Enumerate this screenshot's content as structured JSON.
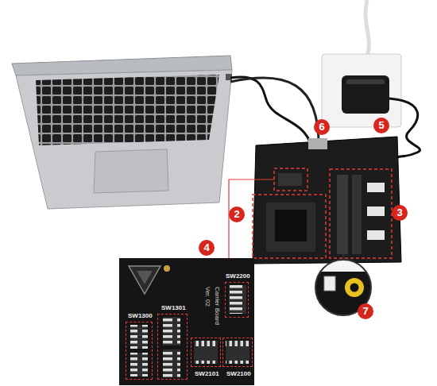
{
  "diagram": {
    "nodes": [
      {
        "text": [
          "Carrier Board",
          "Ver. 02"
        ]
      },
      {
        "text": [
          "SW1300"
        ],
        "in": 0
      },
      {
        "text": [
          "SW1301"
        ],
        "in": 0
      },
      {
        "text": [
          "SW2200"
        ],
        "in": 0
      },
      {
        "text": [
          "SW2101"
        ],
        "in": 0
      },
      {
        "text": [
          "SW2100"
        ],
        "in": 0
      }
    ],
    "labels": [
      "6",
      "5",
      "2",
      "3",
      "4",
      "7"
    ]
  }
}
